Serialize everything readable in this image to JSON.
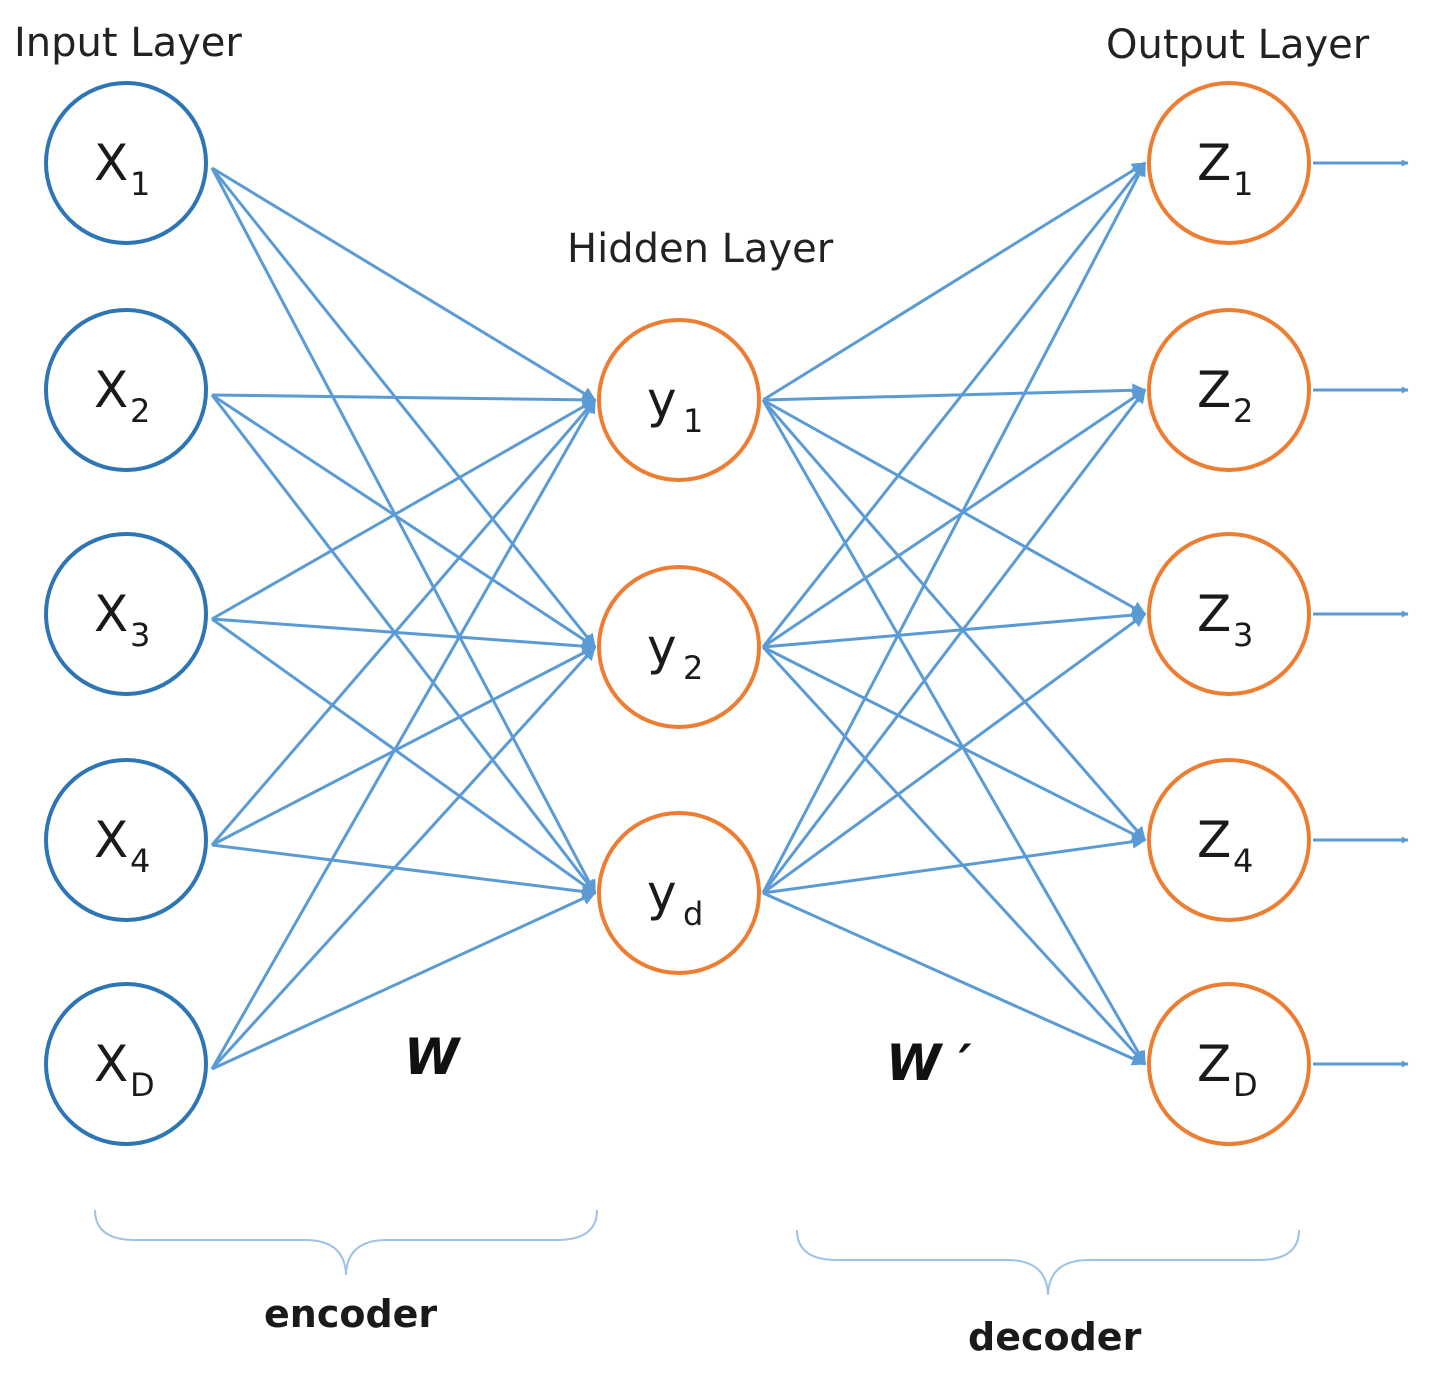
{
  "titles": {
    "input": "Input Layer",
    "hidden": "Hidden Layer",
    "output": "Output Layer"
  },
  "input_nodes": [
    {
      "main": "X",
      "sub": "1"
    },
    {
      "main": "X",
      "sub": "2"
    },
    {
      "main": "X",
      "sub": "3"
    },
    {
      "main": "X",
      "sub": "4"
    },
    {
      "main": "X",
      "sub": "D"
    }
  ],
  "hidden_nodes": [
    {
      "main": "y",
      "sub": "1"
    },
    {
      "main": "y",
      "sub": "2"
    },
    {
      "main": "y",
      "sub": "d"
    }
  ],
  "output_nodes": [
    {
      "main": "Z",
      "sub": "1"
    },
    {
      "main": "Z",
      "sub": "2"
    },
    {
      "main": "Z",
      "sub": "3"
    },
    {
      "main": "Z",
      "sub": "4"
    },
    {
      "main": "Z",
      "sub": "D"
    }
  ],
  "weights": {
    "encoder": "W",
    "decoder": "W ′"
  },
  "braces": {
    "encoder": "encoder",
    "decoder": "decoder"
  },
  "colors": {
    "input_stroke": "#2e75b6",
    "hidden_stroke": "#ed7d31",
    "output_stroke": "#ed7d31",
    "edge": "#5b9bd5",
    "brace": "#9dc3e6"
  }
}
